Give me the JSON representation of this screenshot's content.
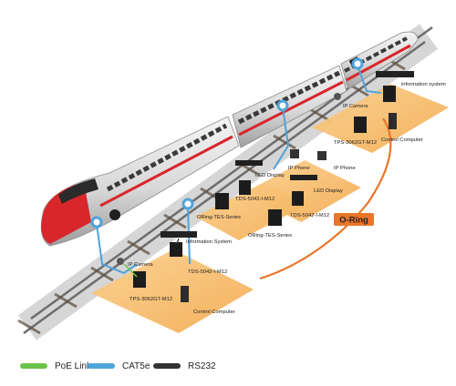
{
  "ring": {
    "label": "O-Ring",
    "color": "#e8762a"
  },
  "platforms": [
    {
      "devices": {
        "camera": "IP Camera",
        "info_system": "Information System",
        "switch_primary": "TPS-3062GT-M12",
        "switch_secondary": "TDS-5042-I-M12",
        "computer": "Control Computer"
      }
    },
    {
      "devices": {
        "led_display": "LED Display",
        "switch": "TDS-5042-I-M12",
        "series": "ORing-TES-Series",
        "phone": "IP Phone"
      }
    },
    {
      "devices": {
        "led_display": "LED Display",
        "switch": "TDS-5042-I-M12",
        "series": "ORing-TES-Series",
        "phone": "IP Phone"
      }
    },
    {
      "devices": {
        "camera": "IP Camera",
        "info_system": "information system",
        "switch_primary": "TPS-3062GT-M12",
        "computer": "Control Computer"
      }
    }
  ],
  "legend": [
    {
      "label": "PoE Link",
      "color": "#6cc24a"
    },
    {
      "label": "CAT5e",
      "color": "#4fa3d9"
    },
    {
      "label": "RS232",
      "color": "#333333"
    }
  ],
  "colors": {
    "platform": "#f6b868",
    "train_accent": "#d8262b",
    "link": "#4fa3d9"
  }
}
